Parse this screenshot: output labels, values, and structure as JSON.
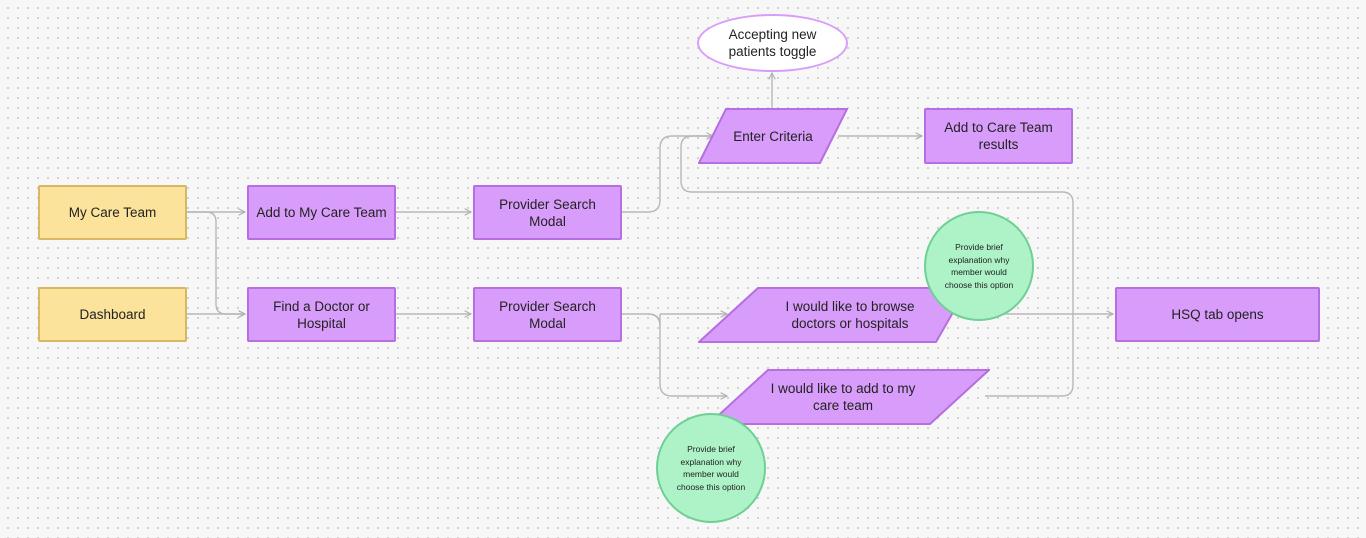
{
  "nodes": {
    "my_care_team": "My Care Team",
    "dashboard": "Dashboard",
    "add_to_my_care_team": "Add to My Care Team",
    "find_doctor": "Find a Doctor or Hospital",
    "provider_search_modal_1": "Provider Search Modal",
    "provider_search_modal_2": "Provider Search Modal",
    "enter_criteria": "Enter Criteria",
    "accepting_toggle": "Accepting new patients toggle",
    "add_results": "Add to Care Team results",
    "browse": "I would like to browse doctors or hospitals",
    "add_team": "I would like to add to my care team",
    "hsq": "HSQ tab opens",
    "note_1": "Provide brief explanation why member would choose this option",
    "note_2": "Provide brief explanation why member would choose this option"
  },
  "colors": {
    "yellow_fill": "#fbe39b",
    "purple_fill": "#d89dfa",
    "green_fill": "#aef2c7",
    "connector": "#b5b5b5"
  }
}
